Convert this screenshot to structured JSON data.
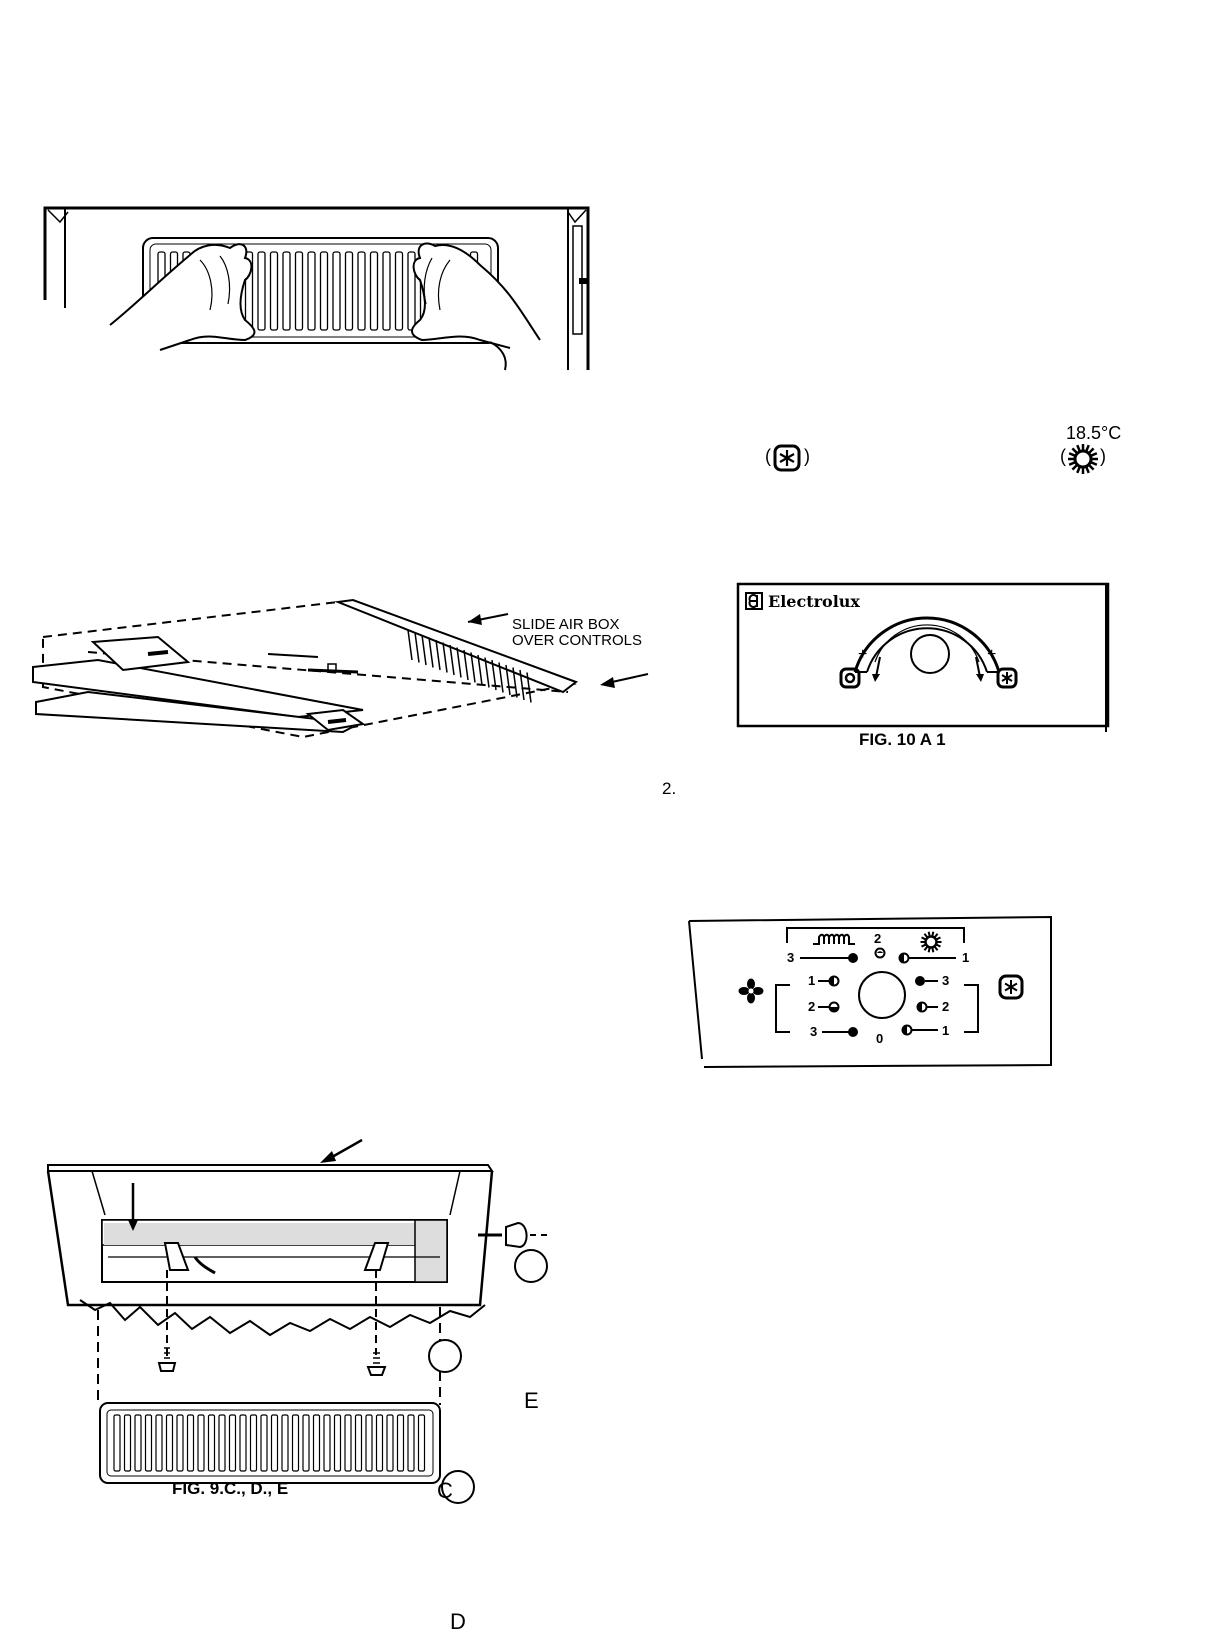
{
  "fig_grille_hands": {},
  "fig_air_box": {
    "label_line1": "SLIDE AIR BOX",
    "label_line2": "OVER CONTROLS"
  },
  "temperature": {
    "value": "18.5°C",
    "paren_open_left": "(",
    "paren_close_left": ")",
    "paren_open_right": "(",
    "paren_close_right": ")",
    "icons": [
      "snowflake-box-icon",
      "sun-icon"
    ]
  },
  "fig_electrolux": {
    "brand": "Electrolux",
    "plus_left": "+",
    "plus_right": "+",
    "caption_partial": "FIG. 10 A 1"
  },
  "step_number": "2.",
  "fig_selector": {
    "top_numbers": [
      "3",
      "2",
      "1"
    ],
    "left_numbers": [
      "1",
      "2",
      "3"
    ],
    "right_numbers": [
      "3",
      "2",
      "1"
    ],
    "bottom_zero": "0",
    "icons": [
      "heater-coil-icon",
      "sun-icon",
      "fan-icon",
      "snowflake-box-icon"
    ]
  },
  "fig_9": {
    "caption": "FIG. 9.C., D., E",
    "letter_e": "E",
    "letter_c": "C",
    "letter_d": "D"
  }
}
